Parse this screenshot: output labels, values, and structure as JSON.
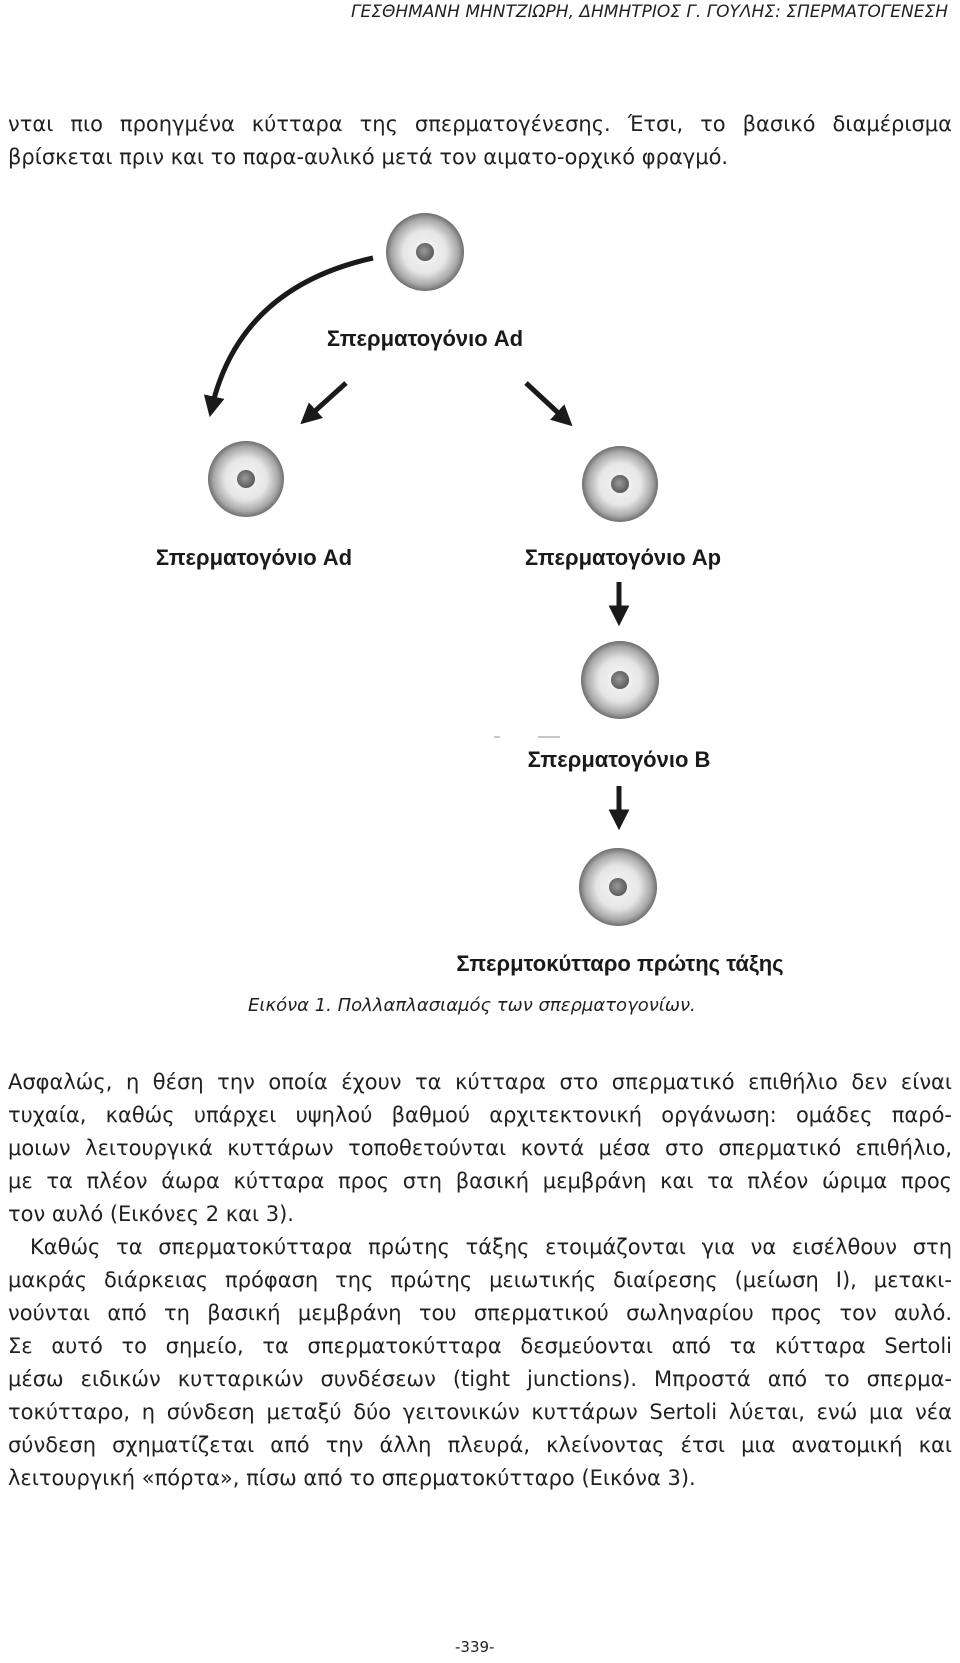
{
  "header": {
    "running_title": "ΓΕΣΘΗΜΑΝΗ ΜΗΝΤΖΙΩΡΗ, ΔΗΜΗΤΡΙΟΣ Γ. ΓΟΥΛΗΣ: ΣΠΕΡΜΑΤΟΓΕΝΕΣΗ"
  },
  "intro_lines": [
    "νται πιο προηγμένα κύτταρα της σπερματογένεσης. Έτσι, το βασικό διαμέρισμα",
    "βρίσκεται πριν και το παρα-αυλικό μετά τον αιματο-ορχικό φραγμό."
  ],
  "figure": {
    "labels": {
      "top_ad": "Σπερματογόνιο Ad",
      "left_ad": "Σπερματογόνιο Ad",
      "ap": "Σπερματογόνιο Ap",
      "b": "Σπερματογόνιο Β",
      "primary": "Σπερμτοκύτταρο πρώτης τάξης"
    },
    "caption": "Εικόνα 1. Πολλαπλασιαμός των σπερματογονίων."
  },
  "paragraph_1_lines": [
    "Ασφαλώς, η θέση την οποία έχουν τα κύτταρα στο σπερματικό επιθήλιο δεν είναι",
    "τυχαία, καθώς υπάρχει υψηλού βαθμού αρχιτεκτονική οργάνωση: ομάδες παρό-",
    "μοιων λειτουργικά κυττάρων τοποθετούνται κοντά μέσα στο σπερματικό επιθήλιο,",
    "με τα πλέον άωρα κύτταρα προς στη βασική μεμβράνη και τα πλέον ώριμα προς",
    "τον αυλό (Εικόνες 2 και 3)."
  ],
  "paragraph_2_lines": [
    "Καθώς τα σπερματοκύτταρα πρώτης τάξης ετοιμάζονται για να εισέλθουν στη",
    "μακράς διάρκειας πρόφαση της πρώτης μειωτικής διαίρεσης (μείωση Ι), μετακι-",
    "νούνται από τη βασική μεμβράνη του σπερματικού σωληναρίου προς τον αυλό.",
    "Σε αυτό το σημείο, τα σπερματοκύτταρα δεσμεύονται από τα κύτταρα Sertoli",
    "μέσω ειδικών κυτταρικών συνδέσεων (tight junctions). Μπροστά από το σπερμα-",
    "τοκύτταρο, η σύνδεση μεταξύ δύο γειτονικών κυττάρων Sertoli λύεται, ενώ μια νέα",
    "σύνδεση σχηματίζεται από την άλλη πλευρά, κλείνοντας έτσι μια ανατομική και",
    "λειτουργική «πόρτα», πίσω από το σπερματοκύτταρο (Εικόνα 3)."
  ],
  "page_number": "-339-"
}
